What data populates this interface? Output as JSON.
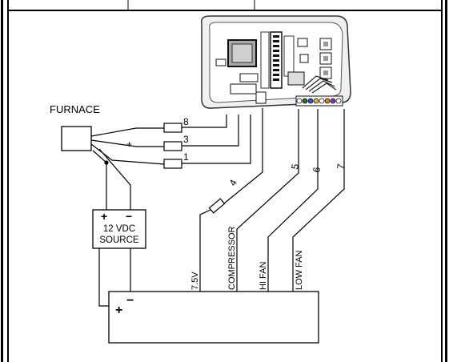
{
  "labels": {
    "furnace": "FURNACE",
    "wire_8": "8",
    "wire_3": "3",
    "wire_1": "1",
    "plus_sign": "+",
    "wire_4": "4",
    "wire_5": "5",
    "wire_6": "6",
    "wire_7": "7",
    "source_plus": "+",
    "source_minus": "−",
    "source_line1": "12 VDC",
    "source_line2": "SOURCE",
    "box_plus": "+",
    "box_minus": "−",
    "v75": "7.5V",
    "compressor": "COMPRESSOR",
    "hi_fan": "HI FAN",
    "low_fan": "LOW FAN"
  },
  "colors": {
    "line": "#000000",
    "board_outline": "#222222",
    "terminal_colors": [
      "#ffffff",
      "#1a7a1a",
      "#2a55c8",
      "#d4c020",
      "#ffffff",
      "#e07a10",
      "#7a3ac0",
      "#ffffff"
    ]
  }
}
